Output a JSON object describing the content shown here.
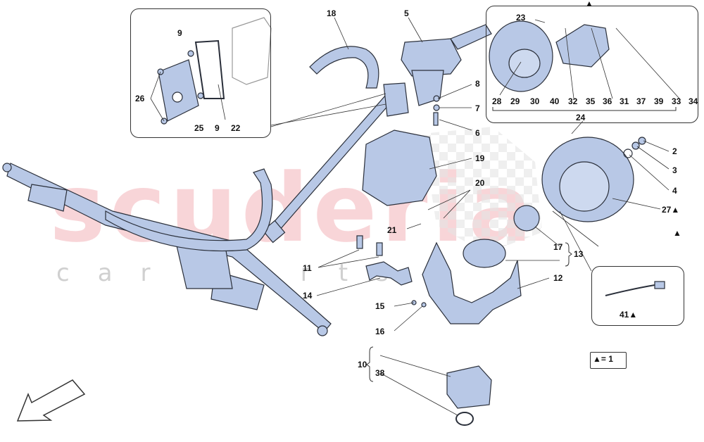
{
  "watermark": {
    "main": "scuderia",
    "sub": "car parts"
  },
  "legend": {
    "text": "▲= 1"
  },
  "labels": {
    "l23": "23",
    "l28": "28",
    "l29": "29",
    "l30": "30",
    "l40": "40",
    "l32": "32",
    "l35": "35",
    "l36": "36",
    "l31": "31",
    "l37": "37",
    "l39": "39",
    "l33": "33",
    "l34": "34",
    "l24": "24",
    "ltri_top": "▲",
    "l9a": "9",
    "l26": "26",
    "l25": "25",
    "l9b": "9",
    "l22": "22",
    "l18": "18",
    "l5": "5",
    "l8": "8",
    "l7": "7",
    "l6": "6",
    "l19": "19",
    "l20": "20",
    "l21": "21",
    "l2": "2",
    "l3": "3",
    "l4": "4",
    "l27": "27▲",
    "ltri_wheel": "▲",
    "l11": "11",
    "l14": "14",
    "l15": "15",
    "l16": "16",
    "l12": "12",
    "l17": "17",
    "l13": "13",
    "l41": "41▲",
    "l10": "10",
    "l38": "38"
  },
  "colors": {
    "part_fill": "#b8c8e6",
    "part_stroke": "#2a2f3a",
    "watermark_red": "#f2b3b8"
  }
}
